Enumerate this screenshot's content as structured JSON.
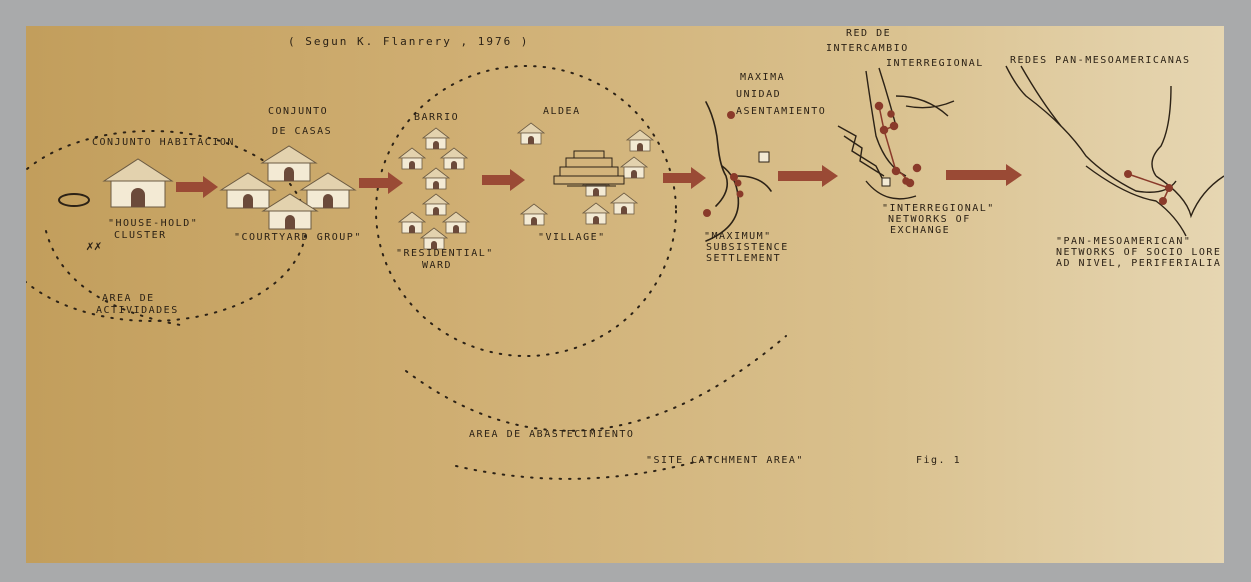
{
  "title": "( Segun  K. Flanrery , 1976 )",
  "labels": {
    "conjunto_habitacion": "CONJUNTO HABITACION",
    "house_hold": "\"HOUSE-HOLD\"",
    "cluster": "CLUSTER",
    "conjunto_de": "CONJUNTO",
    "casas": "DE  CASAS",
    "courtyard": "\"COURTYARD GROUP\"",
    "barrio": "BARRIO",
    "residential": "\"RESIDENTIAL\"",
    "ward": "WARD",
    "aldea": "ALDEA",
    "village": "\"VILLAGE\"",
    "maxima": "MAXIMA",
    "unidad": "UNIDAD",
    "asentamiento": "ASENTAMIENTO",
    "maximum": "\"MAXIMUM\"",
    "subsistence": "SUBSISTENCE",
    "settlement": "SETTLEMENT",
    "red_de": "RED DE",
    "intercambio": "INTERCAMBIO",
    "interregional": "INTERREGIONAL",
    "interregional_q": "\"INTERREGIONAL\"",
    "networks_of": "NETWORKS OF",
    "exchange": "EXCHANGE",
    "redes_pan": "REDES PAN-MESOAMERICANAS",
    "pan_meso": "\"PAN-MESOAMERICAN\"",
    "networks_core": "NETWORKS OF SOCIO LORE",
    "ad_nivel": "AD NIVEL, PERIFERIALIA",
    "area_de": "AREA DE",
    "actividades": "ACTIVIDADES",
    "area_abastecimiento": "AREA DE ABASTECIMIENTO",
    "site_catchment": "\"SITE CATCHMENT AREA\"",
    "fig": "Fig. 1"
  },
  "colors": {
    "frame": "#a9aaab",
    "arrow": "#9a4a35",
    "roof": "#e3d2ae",
    "wall": "#f3ead4",
    "door": "#6b4a3a",
    "site_dot": "#8a3a2a",
    "ink": "#2c2216"
  }
}
